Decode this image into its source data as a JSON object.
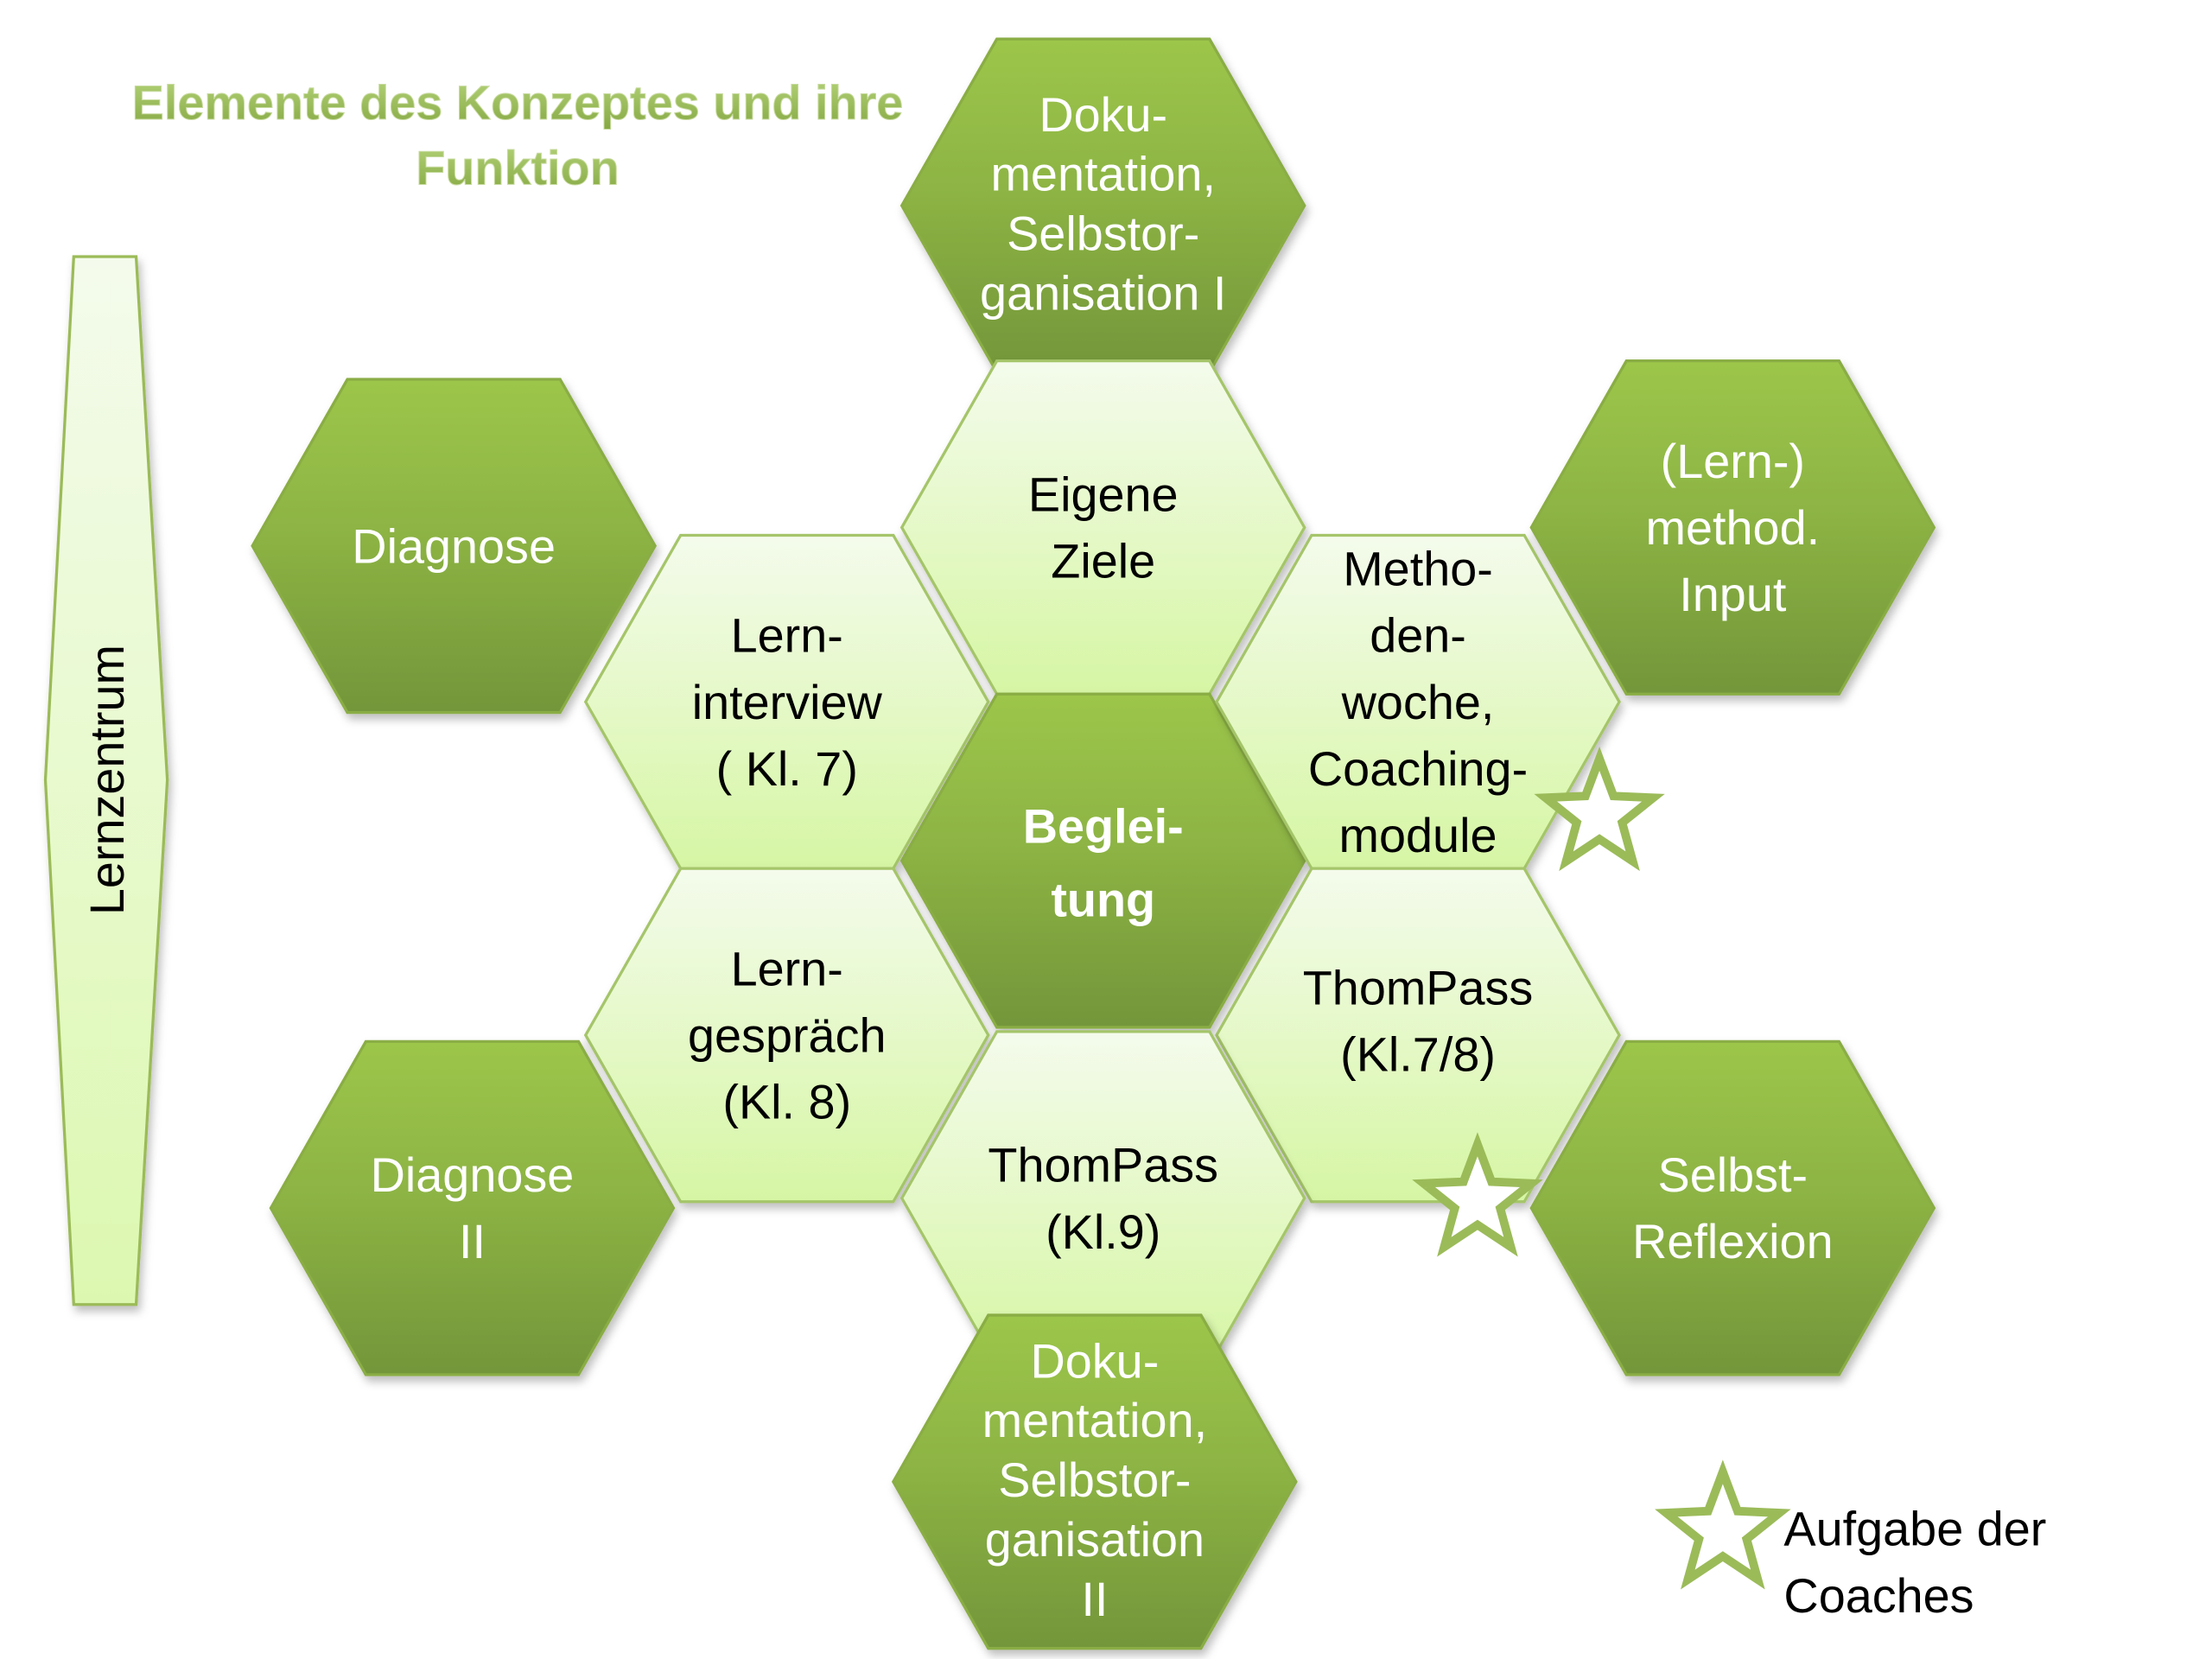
{
  "title": {
    "line1": "Elemente des Konzeptes und ihre",
    "line2": "Funktion"
  },
  "sidebar_bar": {
    "label": "Lernzentrum"
  },
  "hexes": [
    {
      "id": "doku-1",
      "style": "dark",
      "lines": [
        "Doku-",
        "mentation,",
        "Selbstor-",
        "ganisation I"
      ]
    },
    {
      "id": "eigene-ziele",
      "style": "light",
      "lines": [
        "Eigene",
        "Ziele"
      ]
    },
    {
      "id": "diagnose",
      "style": "dark",
      "lines": [
        "Diagnose"
      ]
    },
    {
      "id": "lerninterview",
      "style": "light",
      "lines": [
        "Lern-",
        "interview",
        "( Kl. 7)"
      ]
    },
    {
      "id": "begleitung",
      "style": "dark-bold",
      "lines": [
        "Beglei-",
        "tung"
      ]
    },
    {
      "id": "methodenwoche",
      "style": "light",
      "lines": [
        "Metho-",
        "den-",
        "woche,",
        "Coaching-",
        "module"
      ]
    },
    {
      "id": "lern-method-input",
      "style": "dark",
      "lines": [
        "(Lern-)",
        "method.",
        "Input"
      ]
    },
    {
      "id": "lerngespraech",
      "style": "light",
      "lines": [
        "Lern-",
        "gespräch",
        "(Kl. 8)"
      ]
    },
    {
      "id": "thompass-7-8",
      "style": "light",
      "lines": [
        "ThomPass",
        "(Kl.7/8)"
      ]
    },
    {
      "id": "diagnose-2",
      "style": "dark",
      "lines": [
        "Diagnose",
        "II"
      ]
    },
    {
      "id": "thompass-9",
      "style": "light",
      "lines": [
        "ThomPass",
        "(Kl.9)"
      ]
    },
    {
      "id": "selbst-reflexion",
      "style": "dark",
      "lines": [
        "Selbst-",
        "Reflexion"
      ]
    },
    {
      "id": "doku-2",
      "style": "dark",
      "lines": [
        "Doku-",
        "mentation,",
        "Selbstor-",
        "ganisation",
        "II"
      ]
    }
  ],
  "legend": {
    "line1": "Aufgabe der",
    "line2": "Coaches",
    "icon": "star-icon"
  },
  "colors": {
    "dark_top": "#9cc64a",
    "dark_bottom": "#73963a",
    "light_top": "#f3fbea",
    "light_bottom": "#d6f6a4",
    "star_stroke": "#9bbb59"
  }
}
